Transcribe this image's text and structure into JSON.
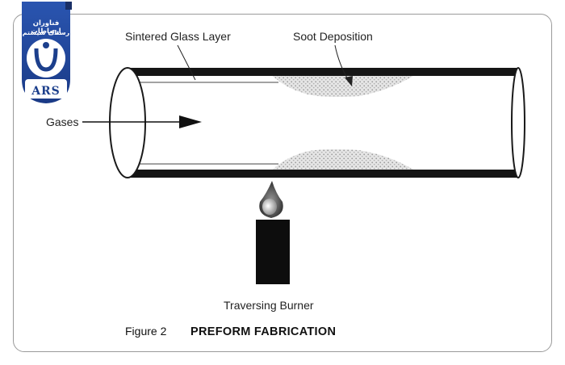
{
  "logo": {
    "line1": "فناوران ارتباطات",
    "line2": "رستاک سیستم",
    "mark": "ARS",
    "accent_color": "#1c3f8c"
  },
  "diagram": {
    "labels": {
      "sintered_glass_layer": "Sintered Glass Layer",
      "soot_deposition": "Soot Deposition",
      "gases": "Gases",
      "traversing_burner": "Traversing Burner"
    },
    "caption": {
      "number": "Figure 2",
      "title": "PREFORM FABRICATION"
    }
  }
}
